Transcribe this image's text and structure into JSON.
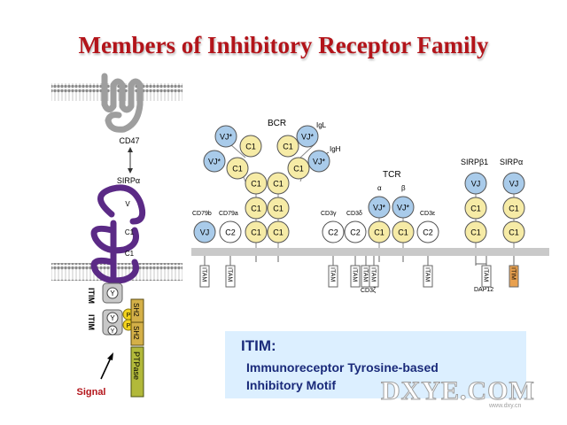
{
  "title": "Members of Inhibitory Receptor Family",
  "left_panel": {
    "cd47": "CD47",
    "sirpa": "SIRPα",
    "domain_v": "V",
    "domain_c1a": "C1",
    "domain_c1b": "C1",
    "itim_upper": "ITIM",
    "itim_lower": "ITIM",
    "y": "Y",
    "p": "P",
    "sh2": "SH2",
    "ptpase": "PTPase",
    "signal": "Signal"
  },
  "right_panel": {
    "bcr": "BCR",
    "igl": "IgL",
    "igh": "IgH",
    "tcr": "TCR",
    "alpha": "α",
    "beta": "β",
    "cd79b": "CD79b",
    "cd79a": "CD79a",
    "cd3g": "CD3γ",
    "cd3d": "CD3δ",
    "cd3e": "CD3ε",
    "cd3z": "CD3ζ",
    "sirpb1": "SIRPβ1",
    "sirpa": "SIRPα",
    "dap12": "DAP12",
    "vj": "VJ",
    "vjs": "VJ*",
    "c1": "C1",
    "c2": "C2",
    "itam": "ITAM",
    "itim": "ITIM"
  },
  "itim_box": {
    "heading": "ITIM",
    "heading_suffix": ":",
    "line1": "Immunoreceptor Tyrosine-based",
    "line2": "Inhibitory Motif"
  },
  "watermark": {
    "text": "DXYE.COM",
    "sub": "www.dxy.cn"
  },
  "colors": {
    "title": "#b3141a",
    "v_domain": "#a9cbea",
    "c1_domain": "#f6eba6",
    "c2_domain": "#ffffff",
    "itim_fill": "#e8a04e",
    "sh2_fill": "#d4b048",
    "ptpase_fill": "#b2b93a",
    "membrane": "#c9c9c9",
    "sirp_purple": "#5b2a86",
    "info_box": "#dcefff"
  }
}
